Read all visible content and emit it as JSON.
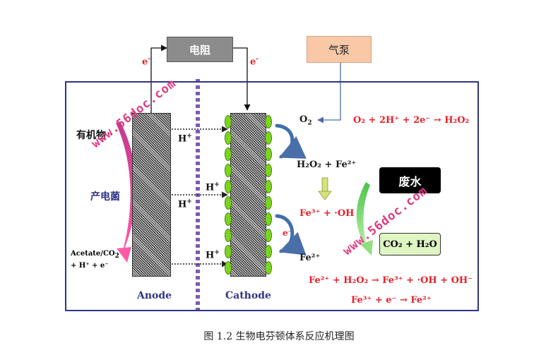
{
  "resistor_label": "电阻",
  "pump_label": "气泵",
  "electron_left": "e",
  "electron_right": "e",
  "electron_sup": "-",
  "organic_label": "有机物",
  "bacteria_label": "产电菌",
  "acetate_line1": "Acetate/CO",
  "acetate_line1_sub": "2",
  "acetate_line2": "+ H⁺ + e⁻",
  "proton": "H",
  "proton_sup": "+",
  "anode_label": "Anode",
  "cathode_label": "Cathode",
  "o2": "O",
  "o2_sub": "2",
  "reaction_o2": "O₂ + 2H⁺ + 2e⁻ → H₂O₂",
  "h2o2_fe": "H₂O₂ + Fe²⁺",
  "fe3_oh": "Fe³⁺ + ·OH",
  "e_minus": "e⁻",
  "fe2": "Fe²⁺",
  "waste_label": "废水",
  "co2_h2o": "CO₂ + H₂O",
  "fenton_reaction": "Fe²⁺ + H₂O₂ → Fe³⁺ + ·OH + OH⁻",
  "fe_regen": "Fe³⁺ + e⁻ → Fe²⁺",
  "watermark": "www.56doc.com",
  "caption": "图 1.2  生物电芬顿体系反应机理图",
  "colors": {
    "frame": "#2f3486",
    "reaction_red": "#e8202a",
    "bubble_green": "#7ed321",
    "membrane": "#7b5bb0",
    "watermark": "#e03a82"
  }
}
